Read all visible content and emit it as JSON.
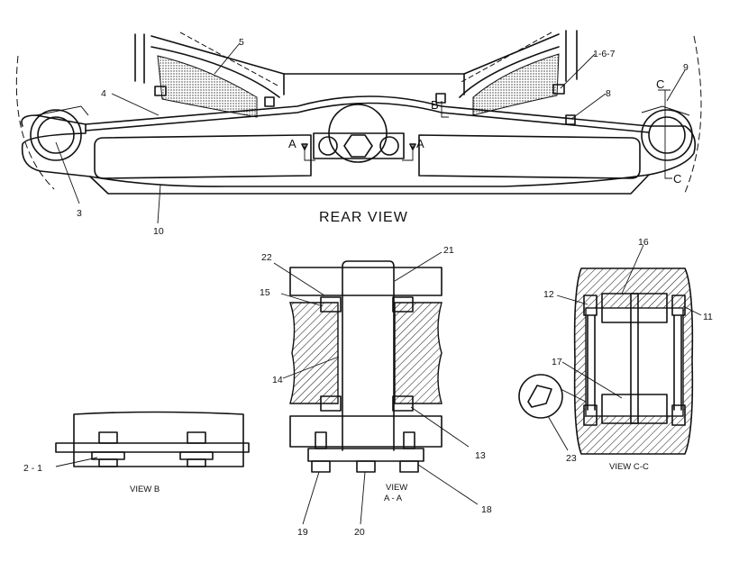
{
  "titles": {
    "rear_view": "REAR VIEW",
    "view_b": "VIEW B",
    "view_aa_line1": "VIEW",
    "view_aa_line2": "A - A",
    "view_cc": "VIEW C-C"
  },
  "section_letters": {
    "a": "A",
    "b": "B",
    "c": "C"
  },
  "callouts": {
    "c1_6_7": "1-6-7",
    "c2_1": "2 - 1",
    "c3": "3",
    "c4": "4",
    "c5": "5",
    "c8": "8",
    "c9": "9",
    "c10": "10",
    "c11": "11",
    "c12": "12",
    "c13": "13",
    "c14": "14",
    "c15": "15",
    "c16": "16",
    "c17": "17",
    "c18": "18",
    "c19": "19",
    "c20": "20",
    "c21": "21",
    "c22": "22",
    "c23": "23"
  }
}
